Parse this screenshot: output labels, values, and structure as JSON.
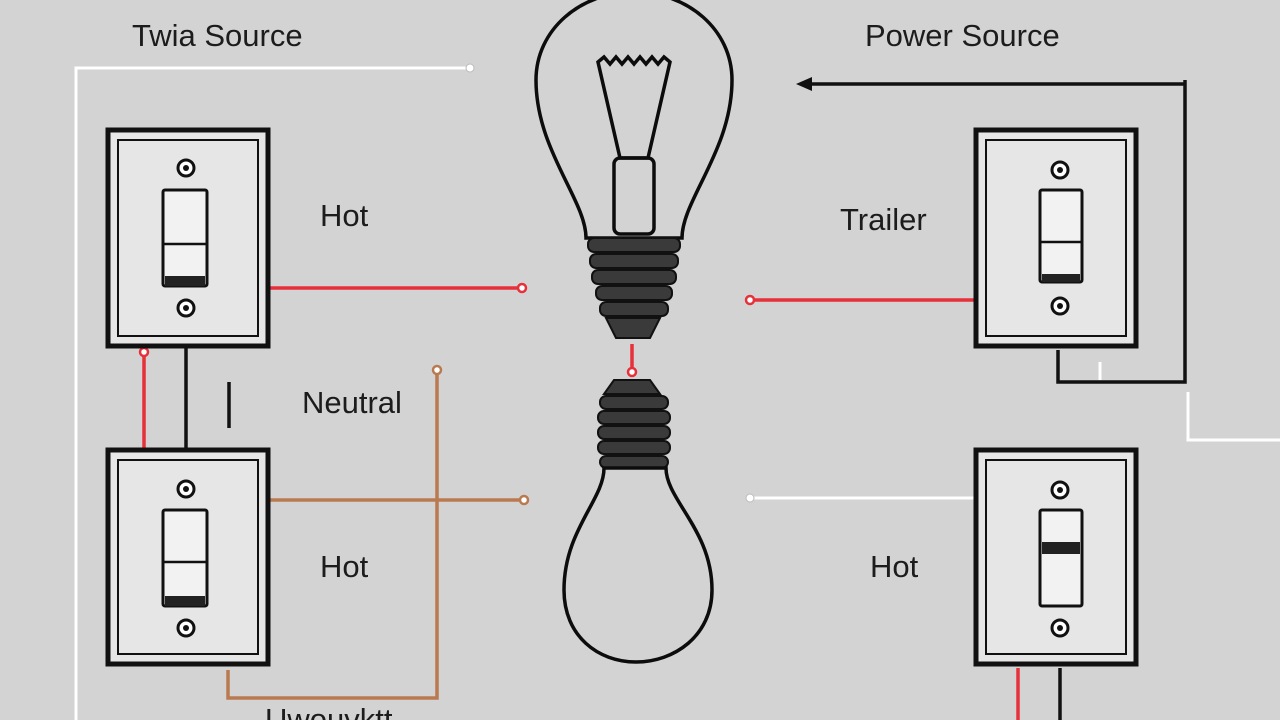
{
  "labels": {
    "top_left": "Twia  Source",
    "top_right": "Power Source",
    "hot_upper_left": "Hot",
    "trailer": "Trailer",
    "neutral": "Neutral",
    "hot_lower_left": "Hot",
    "hot_lower_right": "Hot",
    "bottom_partial": "Uwouvktt"
  },
  "colors": {
    "background": "#d3d3d3",
    "hot_wire": "#e8303a",
    "neutral_wire": "#b97a50",
    "ground_wire": "#ffffff",
    "line": "#111111"
  }
}
